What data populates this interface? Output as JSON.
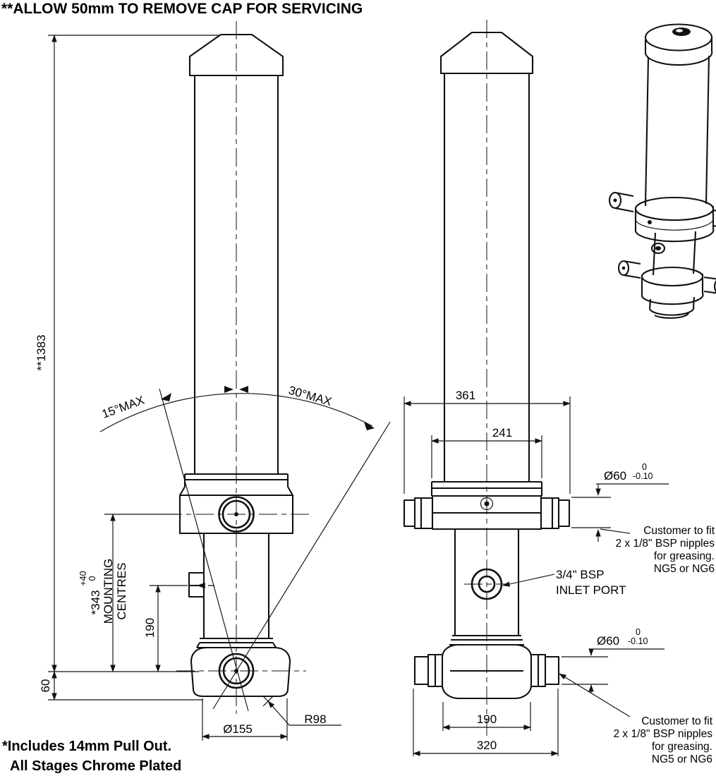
{
  "notes": {
    "servicing": "**ALLOW 50mm TO REMOVE CAP FOR SERVICING",
    "pullout": "*Includes 14mm Pull Out.",
    "chrome": "All Stages Chrome Plated",
    "inlet_port": [
      "3/4\" BSP",
      "INLET PORT"
    ],
    "grease": [
      "Customer to fit",
      "2 x 1/8\" BSP nipples",
      "for greasing.",
      "NG5 or NG6"
    ]
  },
  "dims": {
    "overall_length": "**1383",
    "base_height": "60",
    "mounting_value": "*343",
    "mounting_tol_upper": "+40",
    "mounting_tol_lower": "0",
    "mounting_label_1": "MOUNTING",
    "mounting_label_2": "CENTRES",
    "lug_height": "190",
    "angle_left": "15°MAX",
    "angle_right": "30°MAX",
    "trunnion_width": "361",
    "collar_width": "241",
    "pin_diameter": "Ø60",
    "pin_tol_upper": "0",
    "pin_tol_lower": "-0.10",
    "base_diameter": "Ø155",
    "base_radius": "R98",
    "bottom_inner_width": "190",
    "bottom_outer_width": "320"
  },
  "colors": {
    "line": "#111111",
    "background": "#ffffff"
  }
}
